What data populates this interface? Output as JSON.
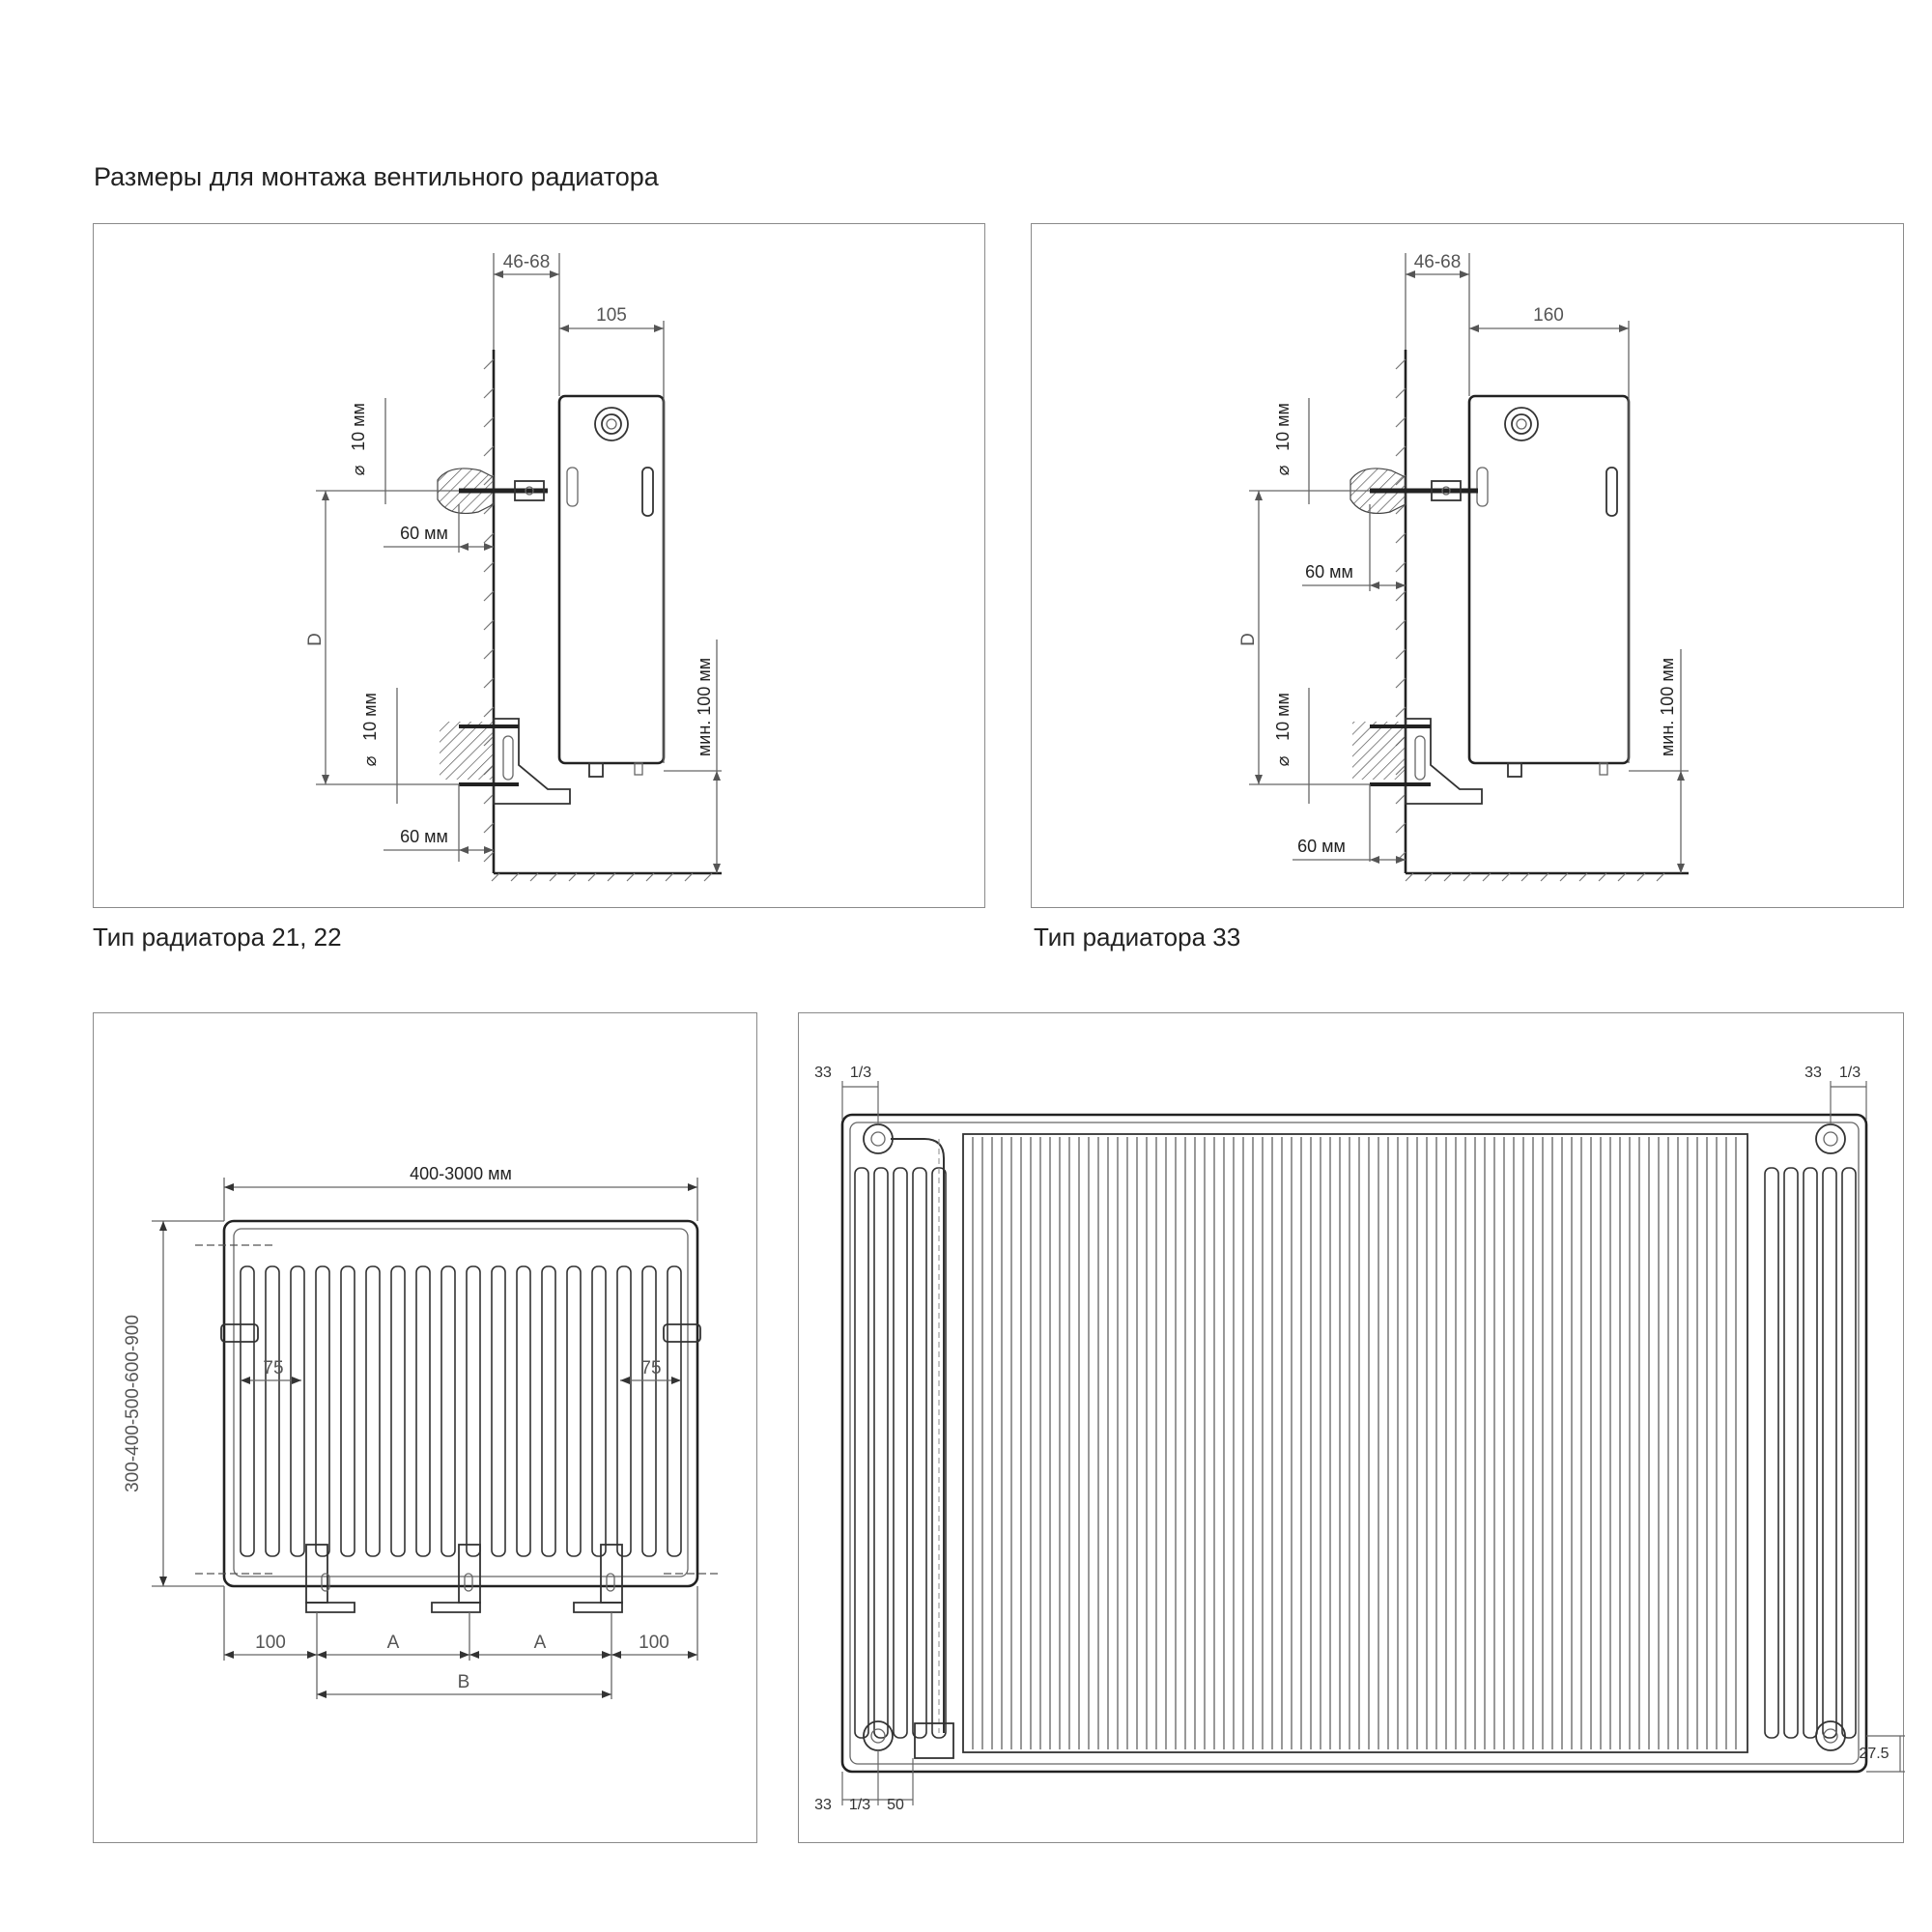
{
  "page_title": "Размеры для монтажа вентильного радиатора",
  "panel_1": {
    "caption": "Тип радиатора 21, 22",
    "dim_top": "46-68",
    "dim_depth": "105",
    "dim_hole_top": "10 мм",
    "dim_hole_bottom": "10 мм",
    "dim_offset_top": "60 мм",
    "dim_offset_bottom": "60 мм",
    "dim_d": "D",
    "dim_floor": "мин. 100 мм"
  },
  "panel_2": {
    "caption": "Тип радиатора 33",
    "dim_top": "46-68",
    "dim_depth": "160",
    "dim_hole_top": "10 мм",
    "dim_hole_bottom": "10 мм",
    "dim_offset_top": "60 мм",
    "dim_offset_bottom": "60 мм",
    "dim_d": "D",
    "dim_floor": "мин. 100 мм"
  },
  "panel_3": {
    "dim_length": "400-3000 мм",
    "dim_height": "300-400-500-600-900",
    "dim_left_75": "75",
    "dim_right_75": "75",
    "dim_left_100": "100",
    "dim_right_100": "100",
    "dim_a1": "A",
    "dim_a2": "A",
    "dim_b": "B"
  },
  "panel_4": {
    "tl_33": "33",
    "tl_13": "1/3",
    "tr_33": "33",
    "tr_13": "1/3",
    "bl_33": "33",
    "bl_13": "1/3",
    "bl_50": "50",
    "br_275": "27.5"
  }
}
